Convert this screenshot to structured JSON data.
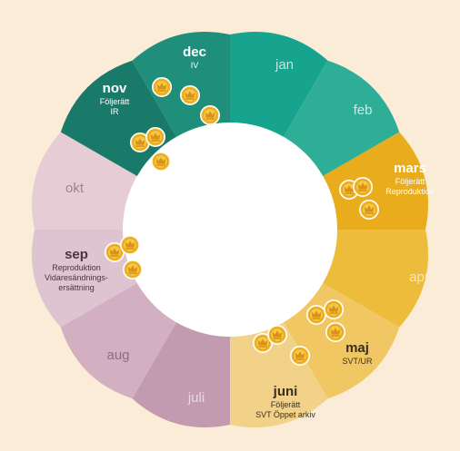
{
  "colors": {
    "background": "#fbecd8",
    "center": "#ffffff"
  },
  "months": [
    {
      "id": "jan",
      "label": "jan",
      "lines": [],
      "color": "#17a48f",
      "text": "#bfe7de",
      "active": false
    },
    {
      "id": "feb",
      "label": "feb",
      "lines": [],
      "color": "#2fae97",
      "text": "#c8ebe3",
      "active": false
    },
    {
      "id": "mars",
      "label": "mars",
      "lines": [
        "Följerätt",
        "Reproduktion"
      ],
      "color": "#e8ac1c",
      "text": "#ffffff",
      "active": true
    },
    {
      "id": "apr",
      "label": "apr",
      "lines": [],
      "color": "#ecbc3a",
      "text": "#fbe6b6",
      "active": false
    },
    {
      "id": "maj",
      "label": "maj",
      "lines": [
        "SVT/UR"
      ],
      "color": "#f0c762",
      "text": "#3a2f1e",
      "active": true
    },
    {
      "id": "juni",
      "label": "juni",
      "lines": [
        "Följerätt",
        "SVT Öppet arkiv"
      ],
      "color": "#f2d188",
      "text": "#3a2f1e",
      "active": true
    },
    {
      "id": "juli",
      "label": "juli",
      "lines": [],
      "color": "#c29bb0",
      "text": "#ead9e2",
      "active": false
    },
    {
      "id": "aug",
      "label": "aug",
      "lines": [],
      "color": "#d2b0c2",
      "text": "#8c6f7f",
      "active": false
    },
    {
      "id": "sep",
      "label": "sep",
      "lines": [
        "Reproduktion",
        "Vidaresändnings-",
        "ersättning"
      ],
      "color": "#dec3d0",
      "text": "#4a3440",
      "active": true
    },
    {
      "id": "okt",
      "label": "okt",
      "lines": [],
      "color": "#e6cdd5",
      "text": "#9c8590",
      "active": false
    },
    {
      "id": "nov",
      "label": "nov",
      "lines": [
        "Följerätt",
        "IR"
      ],
      "color": "#1a7a6a",
      "text": "#ffffff",
      "active": true
    },
    {
      "id": "dec",
      "label": "dec",
      "lines": [
        "IV"
      ],
      "color": "#1f8f7c",
      "text": "#ffffff",
      "active": true
    }
  ]
}
